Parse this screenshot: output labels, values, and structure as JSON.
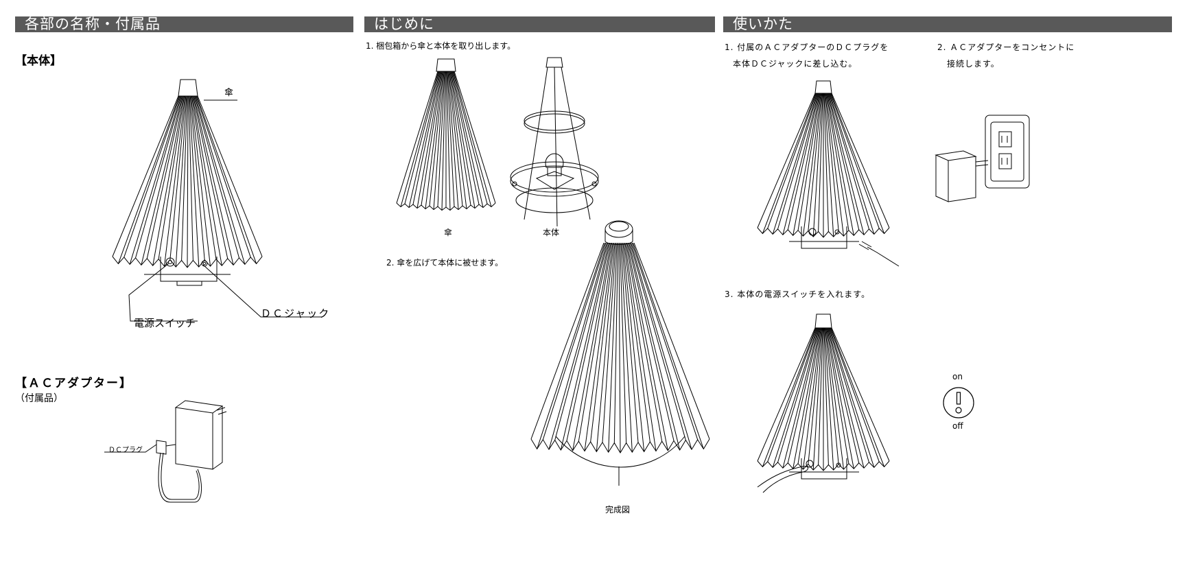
{
  "sections": {
    "parts": {
      "title": "各部の名称・付属品"
    },
    "intro": {
      "title": "はじめに"
    },
    "usage": {
      "title": "使いかた"
    }
  },
  "parts": {
    "body_heading": "【本体】",
    "umbrella_label": "傘",
    "power_switch_label": "電源スイッチ",
    "dc_jack_label": "ＤＣジャック",
    "adapter_heading": "【ＡＣアダプター】",
    "adapter_note": "（付属品）",
    "dc_plug_label": "ＤＣプラグ"
  },
  "intro": {
    "step1": "1. 梱包箱から傘と本体を取り出します。",
    "umbrella_caption": "傘",
    "body_caption": "本体",
    "step2": "2. 傘を広げて本体に被せます。",
    "complete_caption": "完成図"
  },
  "usage": {
    "step1_line1": "1. 付属のＡＣアダプターのＤＣプラグを",
    "step1_line2": "本体ＤＣジャックに差し込む。",
    "step2_line1": "2. ＡＣアダプターをコンセントに",
    "step2_line2": "接続します。",
    "step3": "3. 本体の電源スイッチを入れます。",
    "switch_on": "on",
    "switch_off": "off"
  }
}
